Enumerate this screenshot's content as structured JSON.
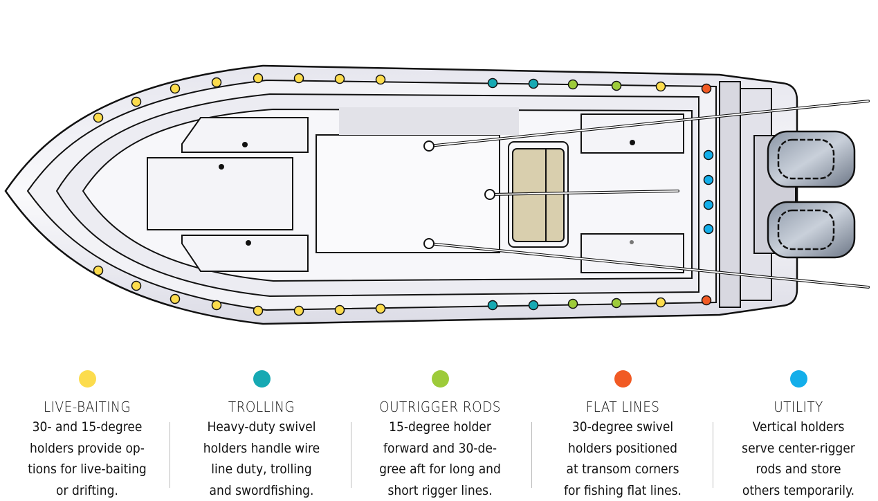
{
  "colors": {
    "live_baiting": "#fcdc4d",
    "trolling": "#16a9b3",
    "outrigger": "#9dcb3a",
    "flat_lines": "#f15a24",
    "utility": "#13aeea"
  },
  "legend": [
    {
      "title": "LIVE-BAITING",
      "lines": [
        "30- and 15-degree",
        "holders provide op-",
        "tions for live-baiting",
        "or drifting."
      ]
    },
    {
      "title": "TROLLING",
      "lines": [
        "Heavy-duty swivel",
        "holders handle wire",
        "line duty, trolling",
        "and swordfishing."
      ]
    },
    {
      "title": "OUTRIGGER RODS",
      "lines": [
        "15-degree holder",
        "forward and 30-de-",
        "gree aft for long and",
        "short rigger lines."
      ]
    },
    {
      "title": "FLAT LINES",
      "lines": [
        "30-degree swivel",
        "holders positioned",
        "at transom corners",
        "for fishing flat lines."
      ]
    },
    {
      "title": "UTILITY",
      "lines": [
        "Vertical holders",
        "serve center-rigger",
        "rods and store",
        "others temporarily."
      ]
    }
  ]
}
